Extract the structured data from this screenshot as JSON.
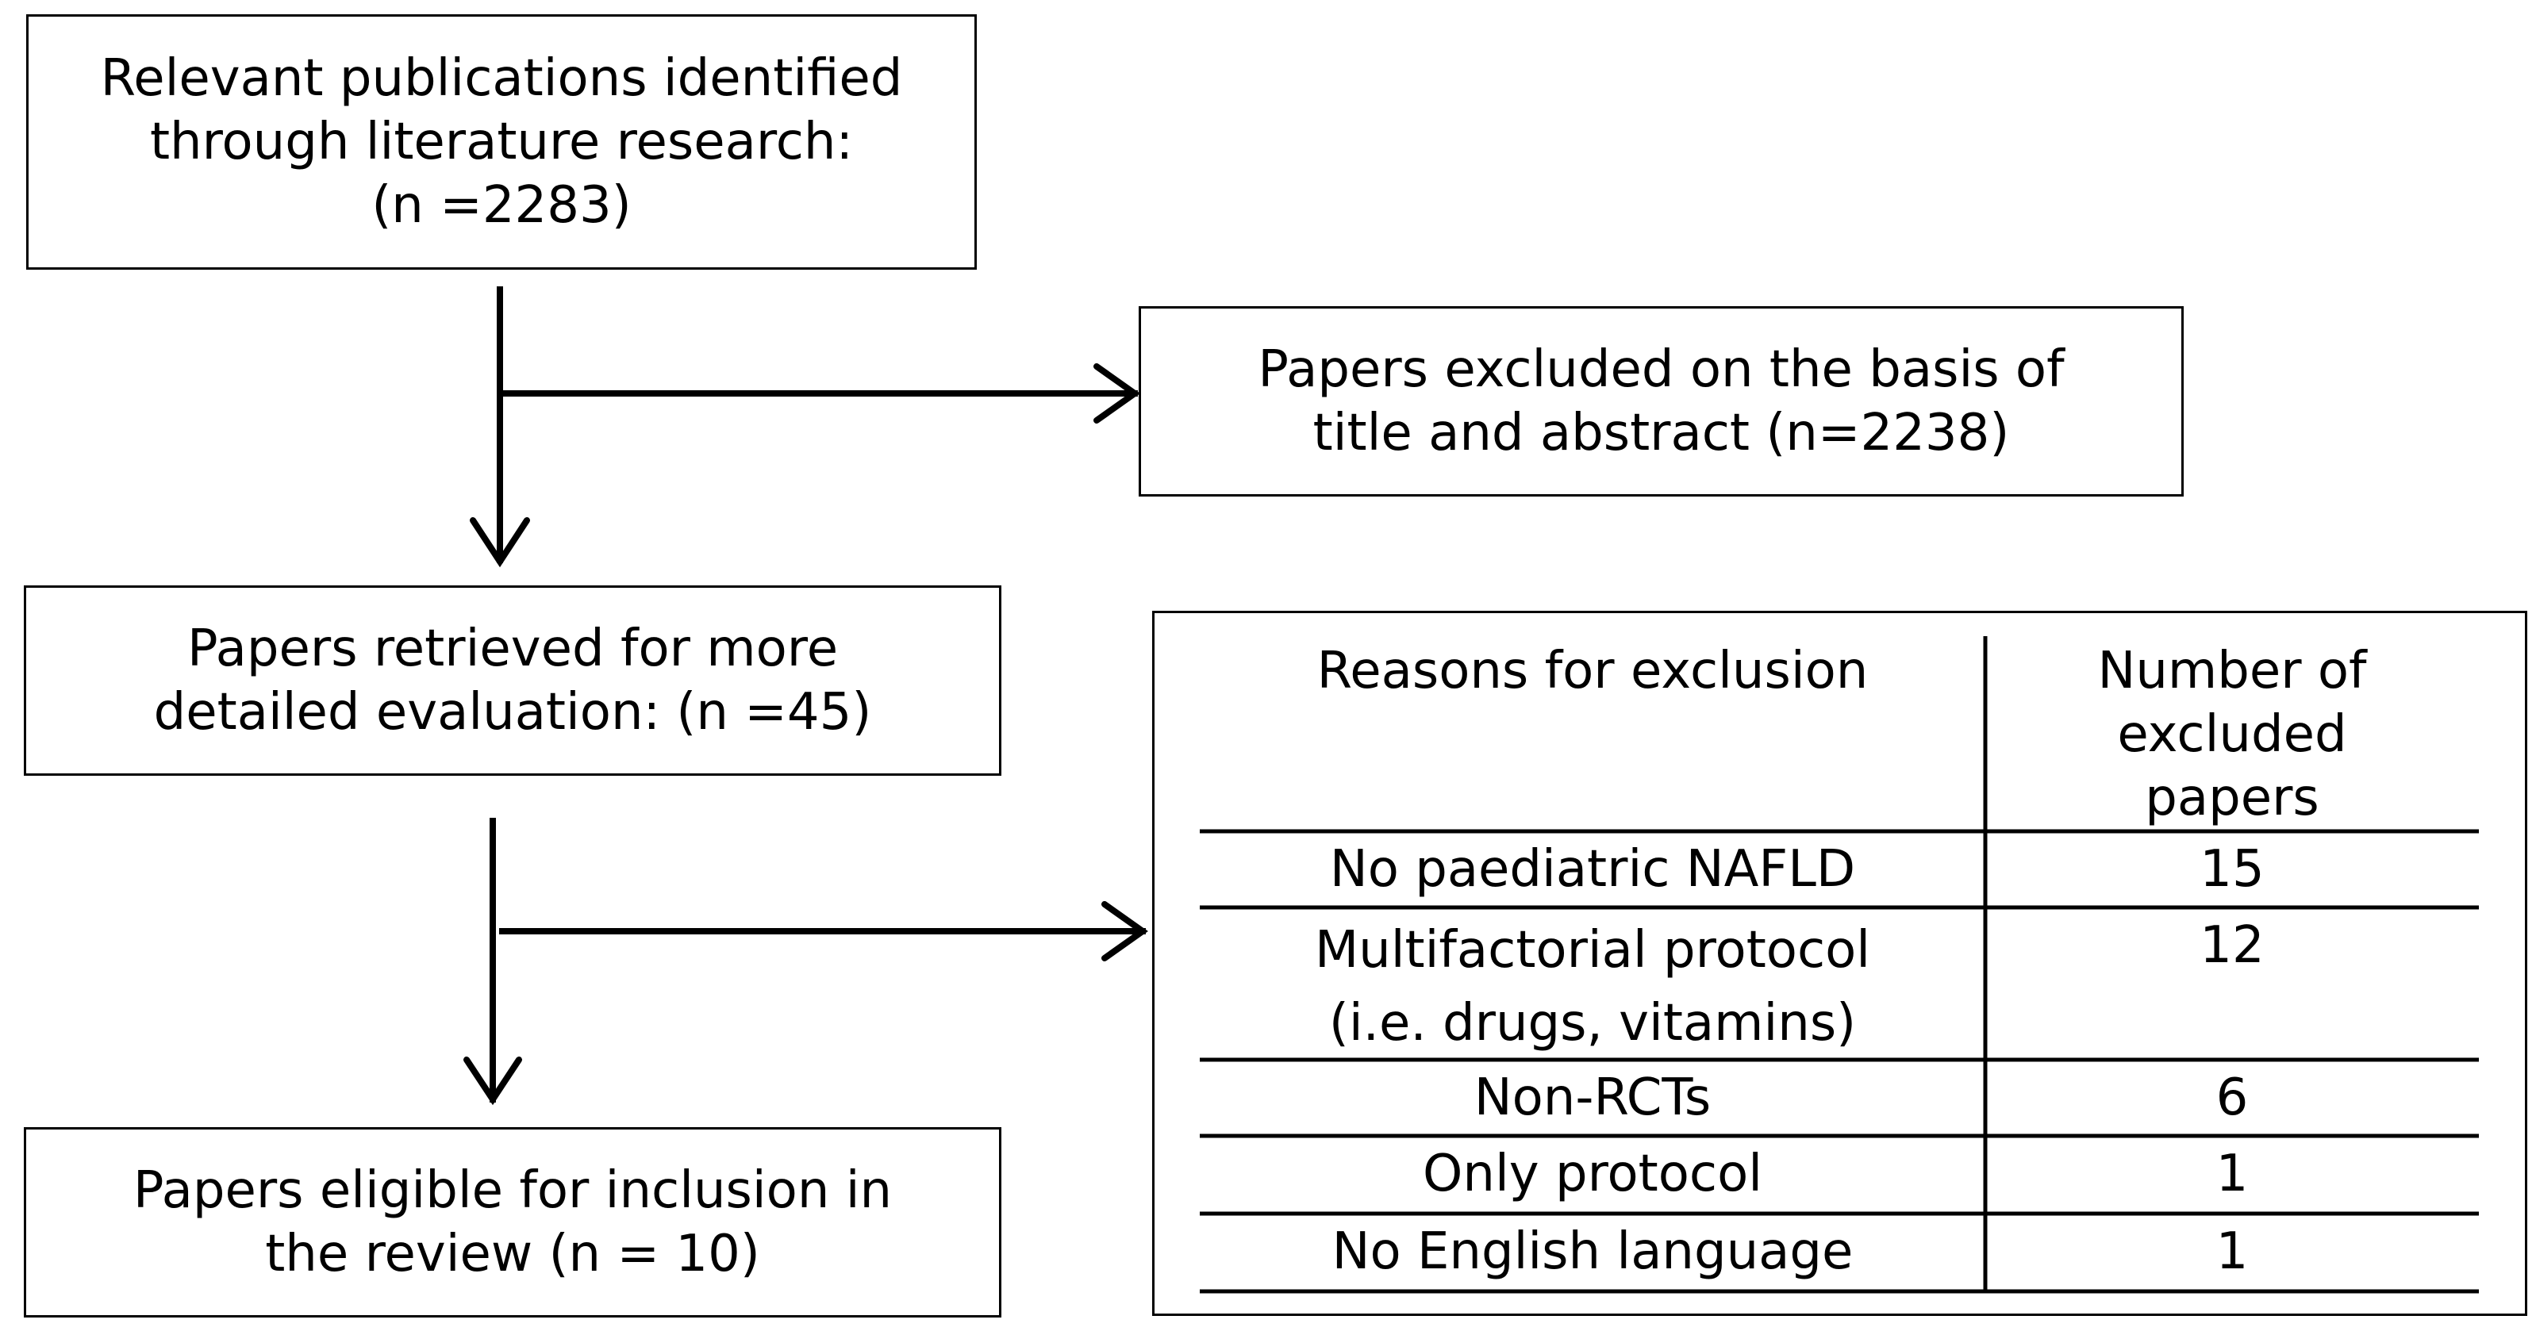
{
  "boxes": {
    "identified": {
      "line1": "Relevant publications identified",
      "line2": "through literature research:",
      "line3": "(n =2283)"
    },
    "excluded_title": {
      "line1": "Papers excluded on the basis of",
      "line2": "title and abstract (n=2238)"
    },
    "retrieved": {
      "line1": "Papers retrieved for more",
      "line2": "detailed evaluation: (n =45)"
    },
    "eligible": {
      "line1": "Papers eligible for inclusion in",
      "line2": "the review (n = 10)"
    }
  },
  "exclusion_table": {
    "header_reason": "Reasons for exclusion",
    "header_count_line1": "Number of",
    "header_count_line2": "excluded",
    "header_count_line3": "papers",
    "rows": [
      {
        "reason": "No paediatric NAFLD",
        "count": "15"
      },
      {
        "reason": "Multifactorial protocol",
        "reason_line2": "(i.e. drugs, vitamins)",
        "count": "12"
      },
      {
        "reason": "Non-RCTs",
        "count": "6"
      },
      {
        "reason": "Only protocol",
        "count": "1"
      },
      {
        "reason": "No English language",
        "count": "1"
      }
    ]
  }
}
